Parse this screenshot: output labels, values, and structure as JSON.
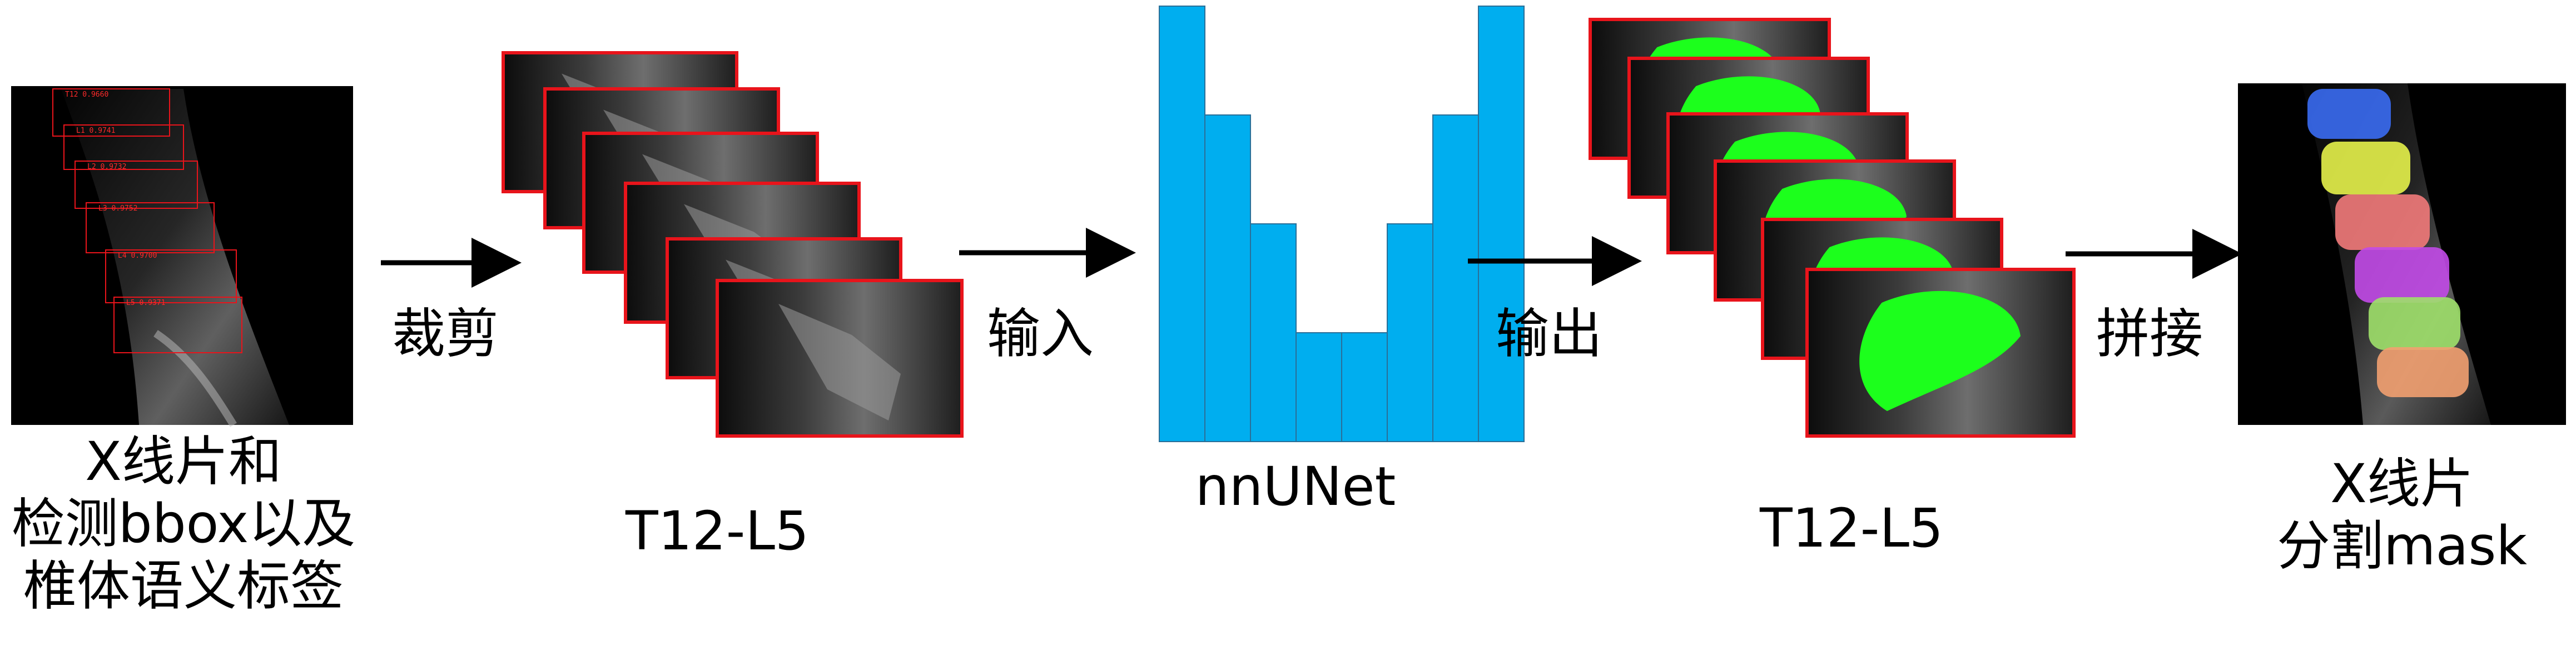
{
  "steps": {
    "input_caption": [
      "X线片和",
      "检测bbox以及",
      "椎体语义标签"
    ],
    "crop_label": "裁剪",
    "input_label": "输入",
    "output_label": "输出",
    "stitch_label": "拼接",
    "crops_caption": "T12-L5",
    "masks_caption": "T12-L5",
    "model_caption": "nnUNet",
    "result_caption": [
      "X线片",
      "分割mask"
    ]
  },
  "detections": [
    {
      "label": "T12",
      "score": "0.9660"
    },
    {
      "label": "L1",
      "score": "0.9741"
    },
    {
      "label": "L2",
      "score": "0.9732"
    },
    {
      "label": "L3",
      "score": "0.9752"
    },
    {
      "label": "L4",
      "score": "0.9700"
    },
    {
      "label": "L5",
      "score": "0.9371"
    }
  ],
  "unet": {
    "color": "#00aeef",
    "edge_color": "#2a6f98",
    "levels": [
      4,
      3,
      2,
      1,
      1,
      2,
      3,
      4
    ]
  },
  "colors": {
    "frame_red": "#e8141b",
    "mask_green": "#1cff1c",
    "arrow": "#000000",
    "vertebra_masks": [
      "#3a6cf2",
      "#e6f24a",
      "#f27a7a",
      "#c24ae8",
      "#9ee06a",
      "#f2a070"
    ]
  }
}
